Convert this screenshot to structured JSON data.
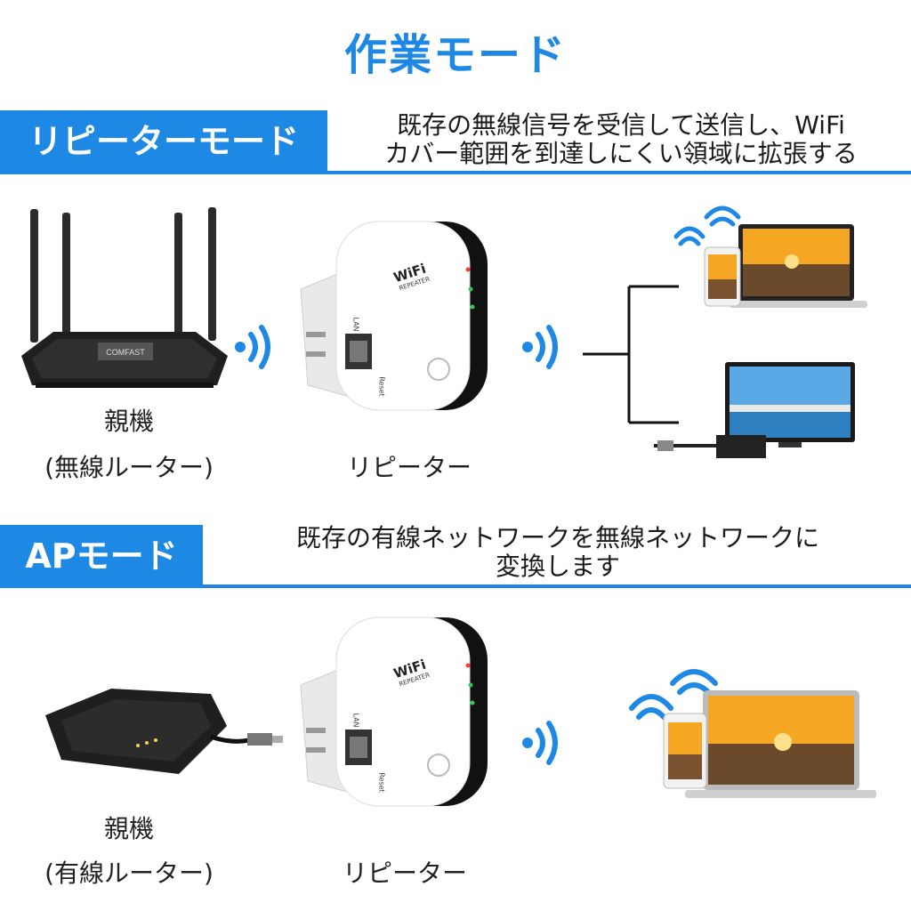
{
  "title": "作業モード",
  "repeater_mode": {
    "label": "リピーターモード",
    "description_line1": "既存の無線信号を受信して送信し、WiFi",
    "description_line2": "カバー範囲を到達しにくい領域に拡張する",
    "router_caption_line1": "親機",
    "router_caption_line2": "(無線ルーター)",
    "repeater_caption": "リピーター",
    "router_brand": "COMFAST"
  },
  "ap_mode": {
    "label": "APモード",
    "description_line1": "既存の有線ネットワークを無線ネットワークに",
    "description_line2": "変換します",
    "router_caption_line1": "親機",
    "router_caption_line2": "(有線ルーター)",
    "repeater_caption": "リピーター"
  },
  "device": {
    "logo": "WiFi",
    "sublabel": "REPEATER",
    "port_label": "LAN",
    "reset_label": "Reset"
  },
  "colors": {
    "accent": "#1e88e5"
  }
}
